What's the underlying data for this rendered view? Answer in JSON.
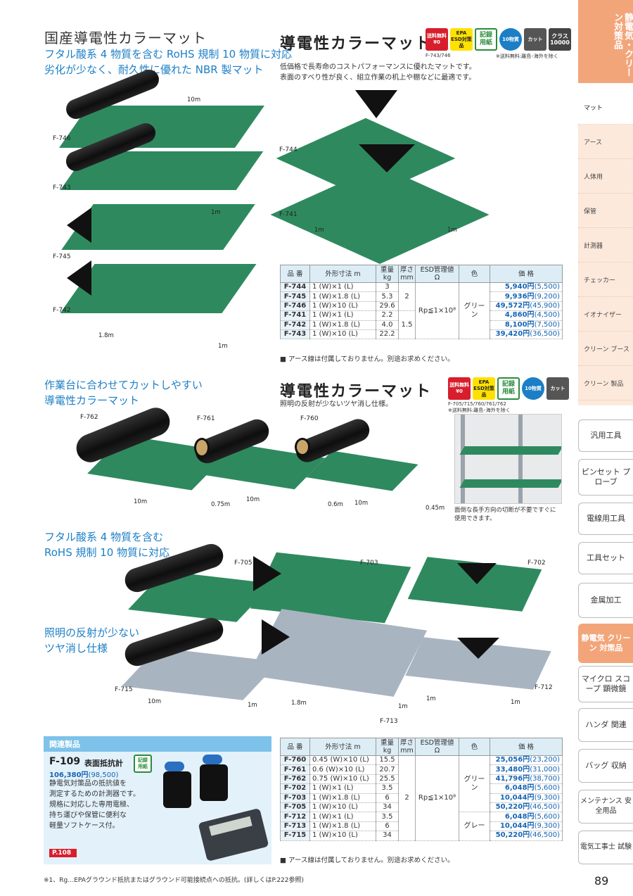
{
  "section1": {
    "title": "国産導電性カラーマット",
    "subtitle_1": "フタル酸系 4 物質を含む RoHS 規制 10 物質に対応",
    "subtitle_2": "劣化が少なく、耐久性に優れた NBR 製マット"
  },
  "product1": {
    "title": "導電性カラーマット",
    "badges": [
      "送料無料 ¥0",
      "EPA ESD対策品",
      "記録 用紙",
      "10物質",
      "カット",
      "クラス 10000"
    ],
    "badge_caption": "F-743/746",
    "badge_note": "※送料無料:離島･海外を除く",
    "desc_1": "低価格で長寿命のコストパフォーマンスに優れたマットです。",
    "desc_2": "表面のすべり性が良く、組立作業の机上や棚などに最適です。",
    "labels": [
      "F-746",
      "F-743",
      "F-745",
      "F-742",
      "F-744",
      "F-741"
    ],
    "dims": [
      "10m",
      "1m",
      "1.8m",
      "1m",
      "1m",
      "1m"
    ],
    "table": {
      "headers": [
        "品 番",
        "外形寸法 m",
        "重量 kg",
        "厚さ mm",
        "ESD管理値 Ω",
        "色",
        "価 格"
      ],
      "rows": [
        {
          "code": "F-744",
          "size": "1 (W)×1 (L)",
          "weight": "3",
          "price": "5,940円",
          "sub": "(5,500)"
        },
        {
          "code": "F-745",
          "size": "1 (W)×1.8 (L)",
          "weight": "5.3",
          "price": "9,936円",
          "sub": "(9,200)"
        },
        {
          "code": "F-746",
          "size": "1 (W)×10 (L)",
          "weight": "29.6",
          "price": "49,572円",
          "sub": "(45,900)"
        },
        {
          "code": "F-741",
          "size": "1 (W)×1 (L)",
          "weight": "2.2",
          "price": "4,860円",
          "sub": "(4,500)"
        },
        {
          "code": "F-742",
          "size": "1 (W)×1.8 (L)",
          "weight": "4.0",
          "price": "8,100円",
          "sub": "(7,500)"
        },
        {
          "code": "F-743",
          "size": "1 (W)×10 (L)",
          "weight": "22.2",
          "price": "39,420円",
          "sub": "(36,500)"
        }
      ],
      "thick_a": "2",
      "thick_b": "1.5",
      "esd": "Rp≦1×10⁸",
      "color": "グリーン"
    },
    "note": "■ アース線は付属しておりません。別途お求めください。"
  },
  "section2": {
    "title_1": "作業台に合わせてカットしやすい",
    "title_2": "導電性カラーマット",
    "labels": [
      "F-762",
      "F-761",
      "F-760"
    ],
    "dims": [
      "10m",
      "0.75m",
      "10m",
      "0.6m",
      "10m",
      "0.45m"
    ]
  },
  "product2": {
    "title": "導電性カラーマット",
    "badges": [
      "送料無料 ¥0",
      "EPA ESD対策品",
      "記録 用紙",
      "10物質",
      "カット"
    ],
    "badge_caption": "F-705/715/760/761/762",
    "badge_note": "※送料無料:離島･海外を除く",
    "desc": "照明の反射が少ないツヤ消し仕様。",
    "photo_caption_1": "面倒な長手方向の切断が不要ですぐに",
    "photo_caption_2": "使用できます。"
  },
  "section3": {
    "title_1": "フタル酸系 4 物質を含む",
    "title_2": "RoHS 規制 10 物質に対応",
    "title_3": "照明の反射が少ない",
    "title_4": "ツヤ消し仕様",
    "labels": [
      "F-705",
      "F-703",
      "F-702",
      "F-715",
      "F-713",
      "F-712"
    ],
    "dims": [
      "10m",
      "1m",
      "1.8m",
      "1m",
      "1m",
      "1m"
    ]
  },
  "table2": {
    "headers": [
      "品 番",
      "外形寸法 m",
      "重量 kg",
      "厚さ mm",
      "ESD管理値 Ω",
      "色",
      "価 格"
    ],
    "rows": [
      {
        "code": "F-760",
        "size": "0.45 (W)×10 (L)",
        "weight": "15.5",
        "price": "25,056円",
        "sub": "(23,200)"
      },
      {
        "code": "F-761",
        "size": "0.6 (W)×10 (L)",
        "weight": "20.7",
        "price": "33,480円",
        "sub": "(31,000)"
      },
      {
        "code": "F-762",
        "size": "0.75 (W)×10 (L)",
        "weight": "25.5",
        "price": "41,796円",
        "sub": "(38,700)"
      },
      {
        "code": "F-702",
        "size": "1 (W)×1 (L)",
        "weight": "3.5",
        "price": "6,048円",
        "sub": "(5,600)"
      },
      {
        "code": "F-703",
        "size": "1 (W)×1.8 (L)",
        "weight": "6",
        "price": "10,044円",
        "sub": "(9,300)"
      },
      {
        "code": "F-705",
        "size": "1 (W)×10 (L)",
        "weight": "34",
        "price": "50,220円",
        "sub": "(46,500)"
      },
      {
        "code": "F-712",
        "size": "1 (W)×1 (L)",
        "weight": "3.5",
        "price": "6,048円",
        "sub": "(5,600)"
      },
      {
        "code": "F-713",
        "size": "1 (W)×1.8 (L)",
        "weight": "6",
        "price": "10,044円",
        "sub": "(9,300)"
      },
      {
        "code": "F-715",
        "size": "1 (W)×10 (L)",
        "weight": "34",
        "price": "50,220円",
        "sub": "(46,500)"
      }
    ],
    "thick": "2",
    "esd": "Rp≦1×10⁸",
    "color_a": "グリーン",
    "color_b": "グレー",
    "note": "■ アース線は付属しておりません。別途お求めください。"
  },
  "related": {
    "header": "関連製品",
    "code": "F-109",
    "name": "表面抵抗計",
    "price": "106,380円",
    "sub": "(98,500)",
    "badge": "記録 用紙",
    "desc_1": "静電気対策品の抵抗値を",
    "desc_2": "測定するための計測器です。",
    "desc_3": "規格に対応した専用電極、",
    "desc_4": "持ち運びや保管に便利な",
    "desc_5": "軽量ソフトケース付。",
    "page_ref": "P.108"
  },
  "footnote": "※1、Rg…EPAグラウンド抵抗またはグラウンド可能接続点への抵抗。(詳しくはP.222参照)",
  "page_number": "89",
  "sidebar": {
    "category": "静電気・クリーン対策品",
    "items": [
      "マット",
      "アース",
      "人体用",
      "保管",
      "計測器",
      "チェッカー",
      "イオナイザー",
      "クリーン ブース",
      "クリーン 製品"
    ],
    "tabs": [
      "汎用工具",
      "ピンセット プローブ",
      "電線用工具",
      "工具セット",
      "金属加工",
      "静電気 クリーン 対策品",
      "マイクロ スコープ 顕微鏡",
      "ハンダ 関連",
      "バッグ 収納",
      "メンテナンス 安全用品",
      "電気工事士 試験"
    ]
  },
  "colors": {
    "accent_blue": "#1c7fc6",
    "mat_green": "#2e8a5e",
    "mat_gray": "#a9b4c1",
    "sidebar_orange": "#f3a57a",
    "price_blue": "#1565b5"
  }
}
